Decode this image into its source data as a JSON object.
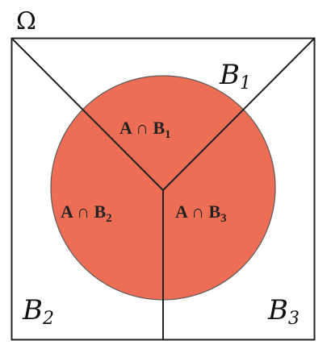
{
  "universe_label": "Ω",
  "partitions": [
    {
      "name": "B",
      "subscript": "1"
    },
    {
      "name": "B",
      "subscript": "2"
    },
    {
      "name": "B",
      "subscript": "3"
    }
  ],
  "intersections": [
    {
      "prefix": "A ∩ B",
      "subscript": "1"
    },
    {
      "prefix": "A ∩ B",
      "subscript": "2"
    },
    {
      "prefix": "A ∩ B",
      "subscript": "3"
    }
  ],
  "colors": {
    "event_fill": "#ee6e55",
    "event_stroke": "#5a5a5a",
    "frame_stroke": "#222222",
    "background": "#ffffff"
  }
}
